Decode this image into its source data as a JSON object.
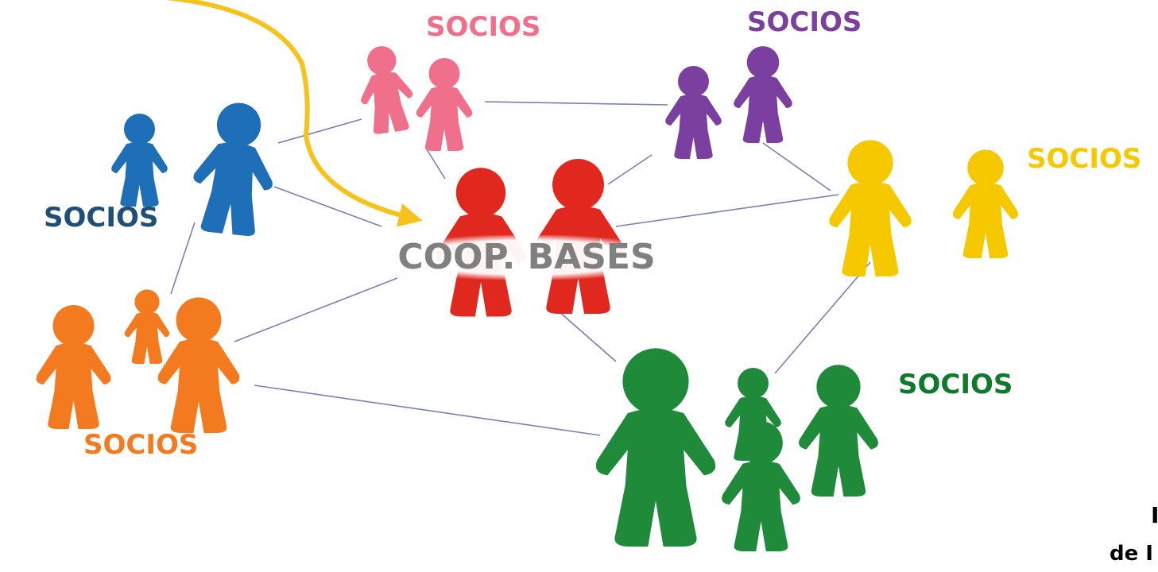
{
  "labels": {
    "pink": "SOCIOS",
    "purple": "SOCIOS",
    "blue": "SOCIOS",
    "yellow": "SOCIOS",
    "orange": "SOCIOS",
    "green": "SOCIOS",
    "center": "COOP. BASES"
  },
  "corner_text": {
    "line1": "I",
    "line2": "de I"
  },
  "colors": {
    "pink": "#f0708c",
    "purple": "#7b3fa0",
    "blue": "#1f6fb8",
    "blue_label": "#1f4e79",
    "yellow": "#f5c800",
    "orange": "#f37a1f",
    "green": "#1f8a3a",
    "green_label": "#0e7a2b",
    "red": "#e0281e",
    "arrow": "#f7c21b",
    "connector": "#5a5fa0",
    "center_text": "#808080"
  }
}
